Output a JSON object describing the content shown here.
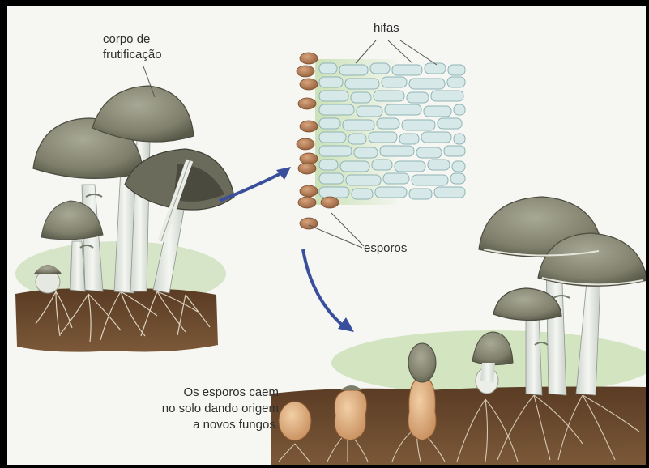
{
  "labels": {
    "fruiting_body": [
      "corpo de",
      "frutificação"
    ],
    "hyphae": "hifas",
    "spores": "esporos"
  },
  "caption": [
    "Os esporos caem",
    "no solo dando origem",
    "a novos fungos."
  ],
  "colors": {
    "frame": "#000000",
    "background": "#f6f7f3",
    "soil": "#6b4a2c",
    "soil_dark": "#4a3220",
    "cap": "#8a8a78",
    "cap_dark": "#5f5f50",
    "stem": "#e8ece6",
    "hyphae": "#cfe3e2",
    "spore": "#b9825a",
    "arrow": "#3a4f9c",
    "grass": "#a9c98a"
  },
  "icons": [
    "mushroom-cluster",
    "hyphae-magnified",
    "spore",
    "arrow",
    "germinating-fungi"
  ]
}
